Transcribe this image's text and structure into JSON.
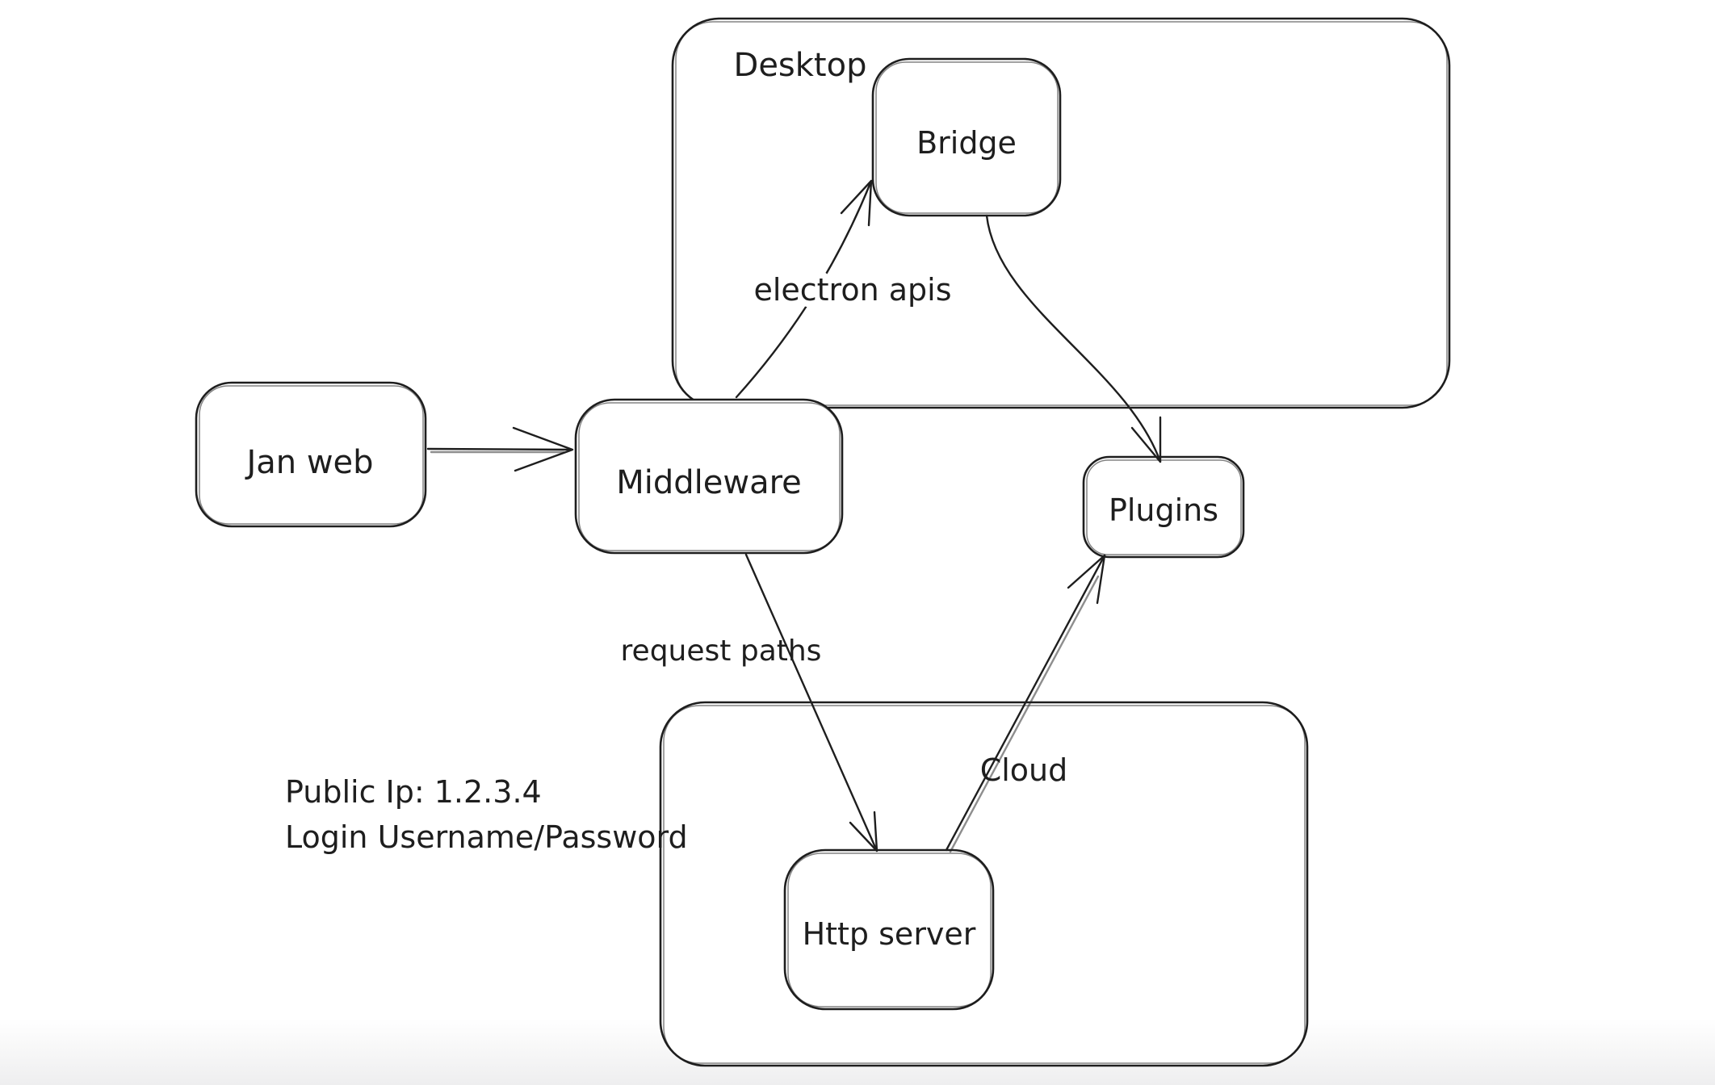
{
  "diagram": {
    "style": "hand-drawn-whiteboard",
    "background_color": "#ffffff",
    "stroke_color": "#1e1e1e",
    "bottom_fade_color": "#eeeeef",
    "containers": [
      {
        "id": "desktop",
        "label": "Desktop",
        "contains": [
          "Bridge"
        ]
      },
      {
        "id": "cloud",
        "label": "Cloud",
        "contains": [
          "Http server"
        ]
      }
    ],
    "nodes": [
      {
        "id": "jan-web",
        "label": "Jan web",
        "container": null
      },
      {
        "id": "middleware",
        "label": "Middleware",
        "container": null
      },
      {
        "id": "bridge",
        "label": "Bridge",
        "container": "Desktop"
      },
      {
        "id": "plugins",
        "label": "Plugins",
        "container": null
      },
      {
        "id": "http-server",
        "label": "Http server",
        "container": "Cloud"
      }
    ],
    "edges": [
      {
        "from": "Jan web",
        "to": "Middleware",
        "label": ""
      },
      {
        "from": "Middleware",
        "to": "Bridge",
        "label": "electron apis"
      },
      {
        "from": "Bridge",
        "to": "Plugins",
        "label": ""
      },
      {
        "from": "Middleware",
        "to": "Http server",
        "label": "request paths"
      },
      {
        "from": "Http server",
        "to": "Plugins",
        "label": ""
      }
    ],
    "annotations": [
      "Public Ip: 1.2.3.4",
      "Login Username/Password"
    ]
  }
}
